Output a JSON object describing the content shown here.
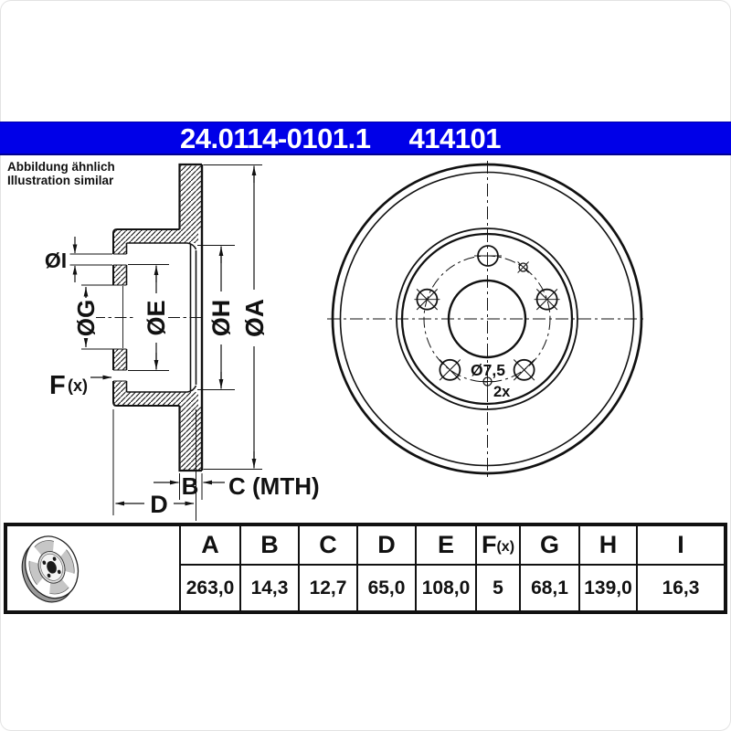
{
  "header": {
    "catalog_number": "24.0114-0101.1",
    "article_number": "414101",
    "bar_color": "#0000e8"
  },
  "note": {
    "line1": "Abbildung ähnlich",
    "line2": "Illustration similar"
  },
  "drawing": {
    "labels": {
      "dia_i": "ØI",
      "dia_g": "ØG",
      "dia_e": "ØE",
      "dia_h": "ØH",
      "dia_a": "ØA",
      "f": "F",
      "f_suffix": "(x)",
      "b": "B",
      "c_mth": "C (MTH)",
      "d": "D",
      "hole_diameter": "Ø7,5",
      "hole_count": "2x"
    }
  },
  "table": {
    "headers": [
      {
        "label": "A",
        "suffix": ""
      },
      {
        "label": "B",
        "suffix": ""
      },
      {
        "label": "C",
        "suffix": ""
      },
      {
        "label": "D",
        "suffix": ""
      },
      {
        "label": "E",
        "suffix": ""
      },
      {
        "label": "F",
        "suffix": "(x)"
      },
      {
        "label": "G",
        "suffix": ""
      },
      {
        "label": "H",
        "suffix": ""
      },
      {
        "label": "I",
        "suffix": ""
      }
    ],
    "values": [
      "263,0",
      "14,3",
      "12,7",
      "65,0",
      "108,0",
      "5",
      "68,1",
      "139,0",
      "16,3"
    ]
  },
  "colors": {
    "line": "#111111",
    "bar_blue": "#0000e8",
    "white": "#ffffff"
  }
}
